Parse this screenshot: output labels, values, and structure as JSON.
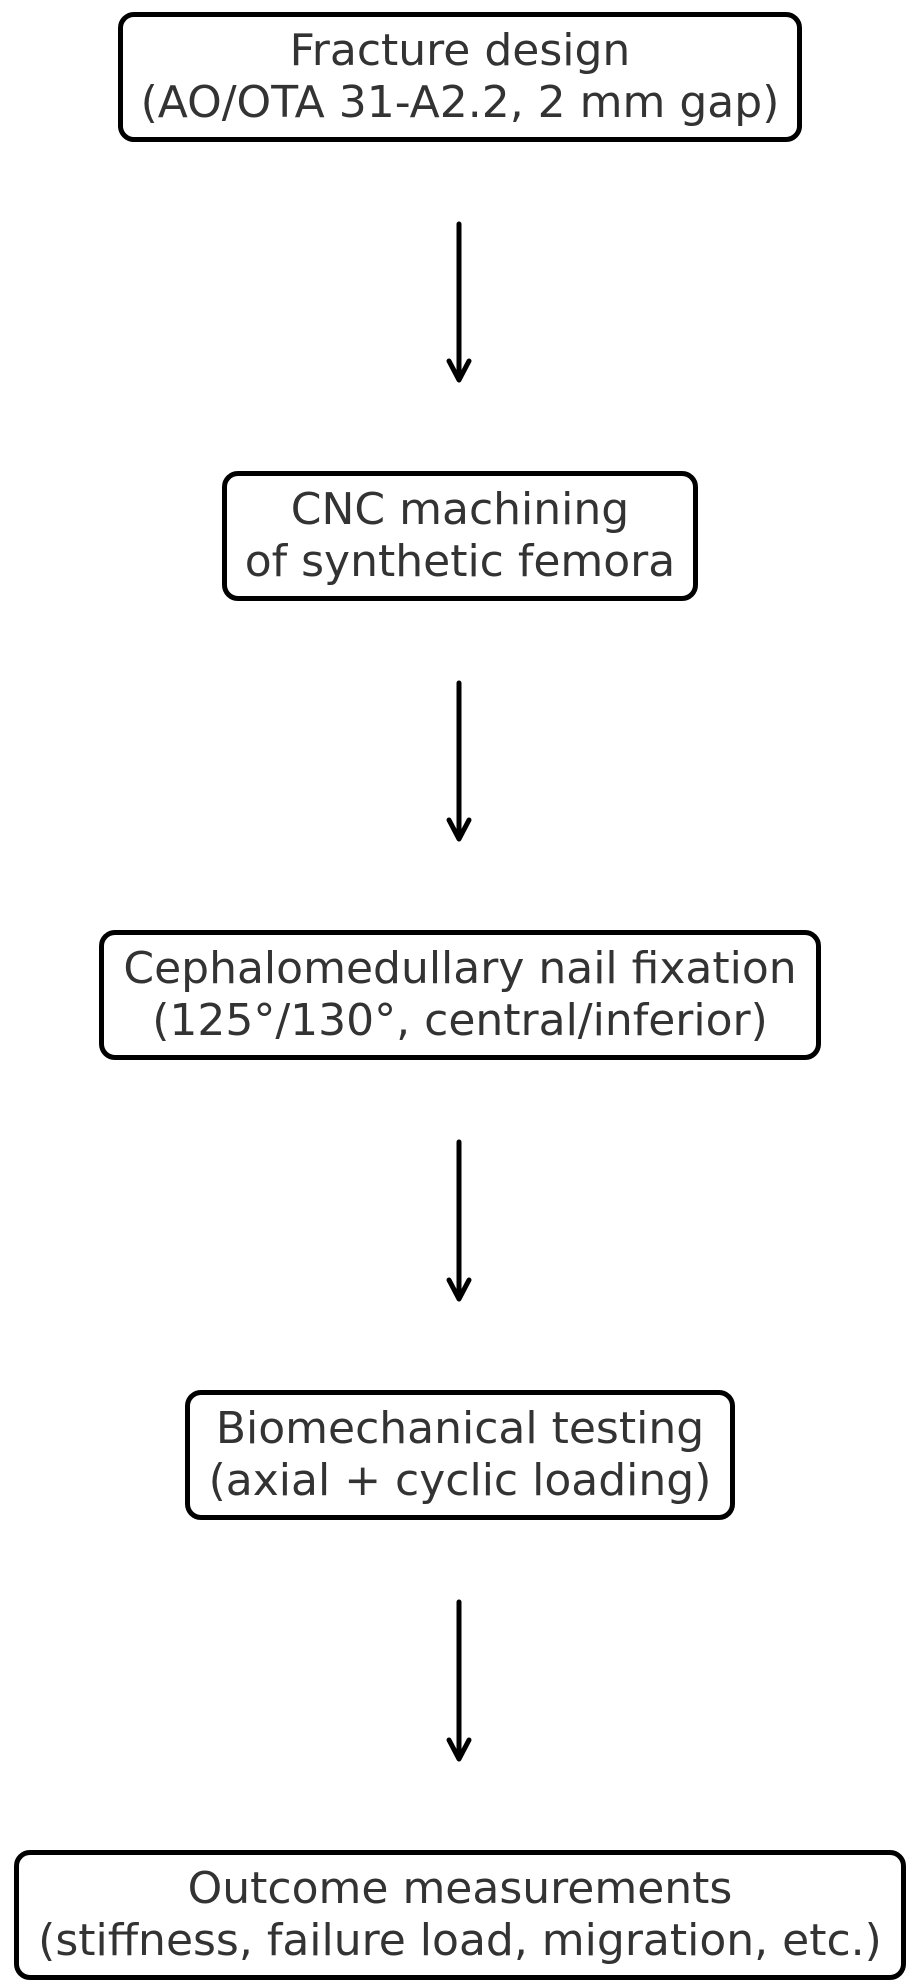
{
  "steps": [
    {
      "line1": "Fracture design",
      "line2": "(AO/OTA 31-A2.2, 2 mm gap)"
    },
    {
      "line1": "CNC machining",
      "line2": "of synthetic femora"
    },
    {
      "line1": "Cephalomedullary nail fixation",
      "line2": "(125°/130°, central/inferior)"
    },
    {
      "line1": "Biomechanical testing",
      "line2": "(axial + cyclic loading)"
    },
    {
      "line1": "Outcome measurements",
      "line2": "(stiffness, failure load, migration, etc.)"
    }
  ],
  "colors": {
    "border": "#000000",
    "text": "#333333",
    "arrow": "#000000"
  }
}
